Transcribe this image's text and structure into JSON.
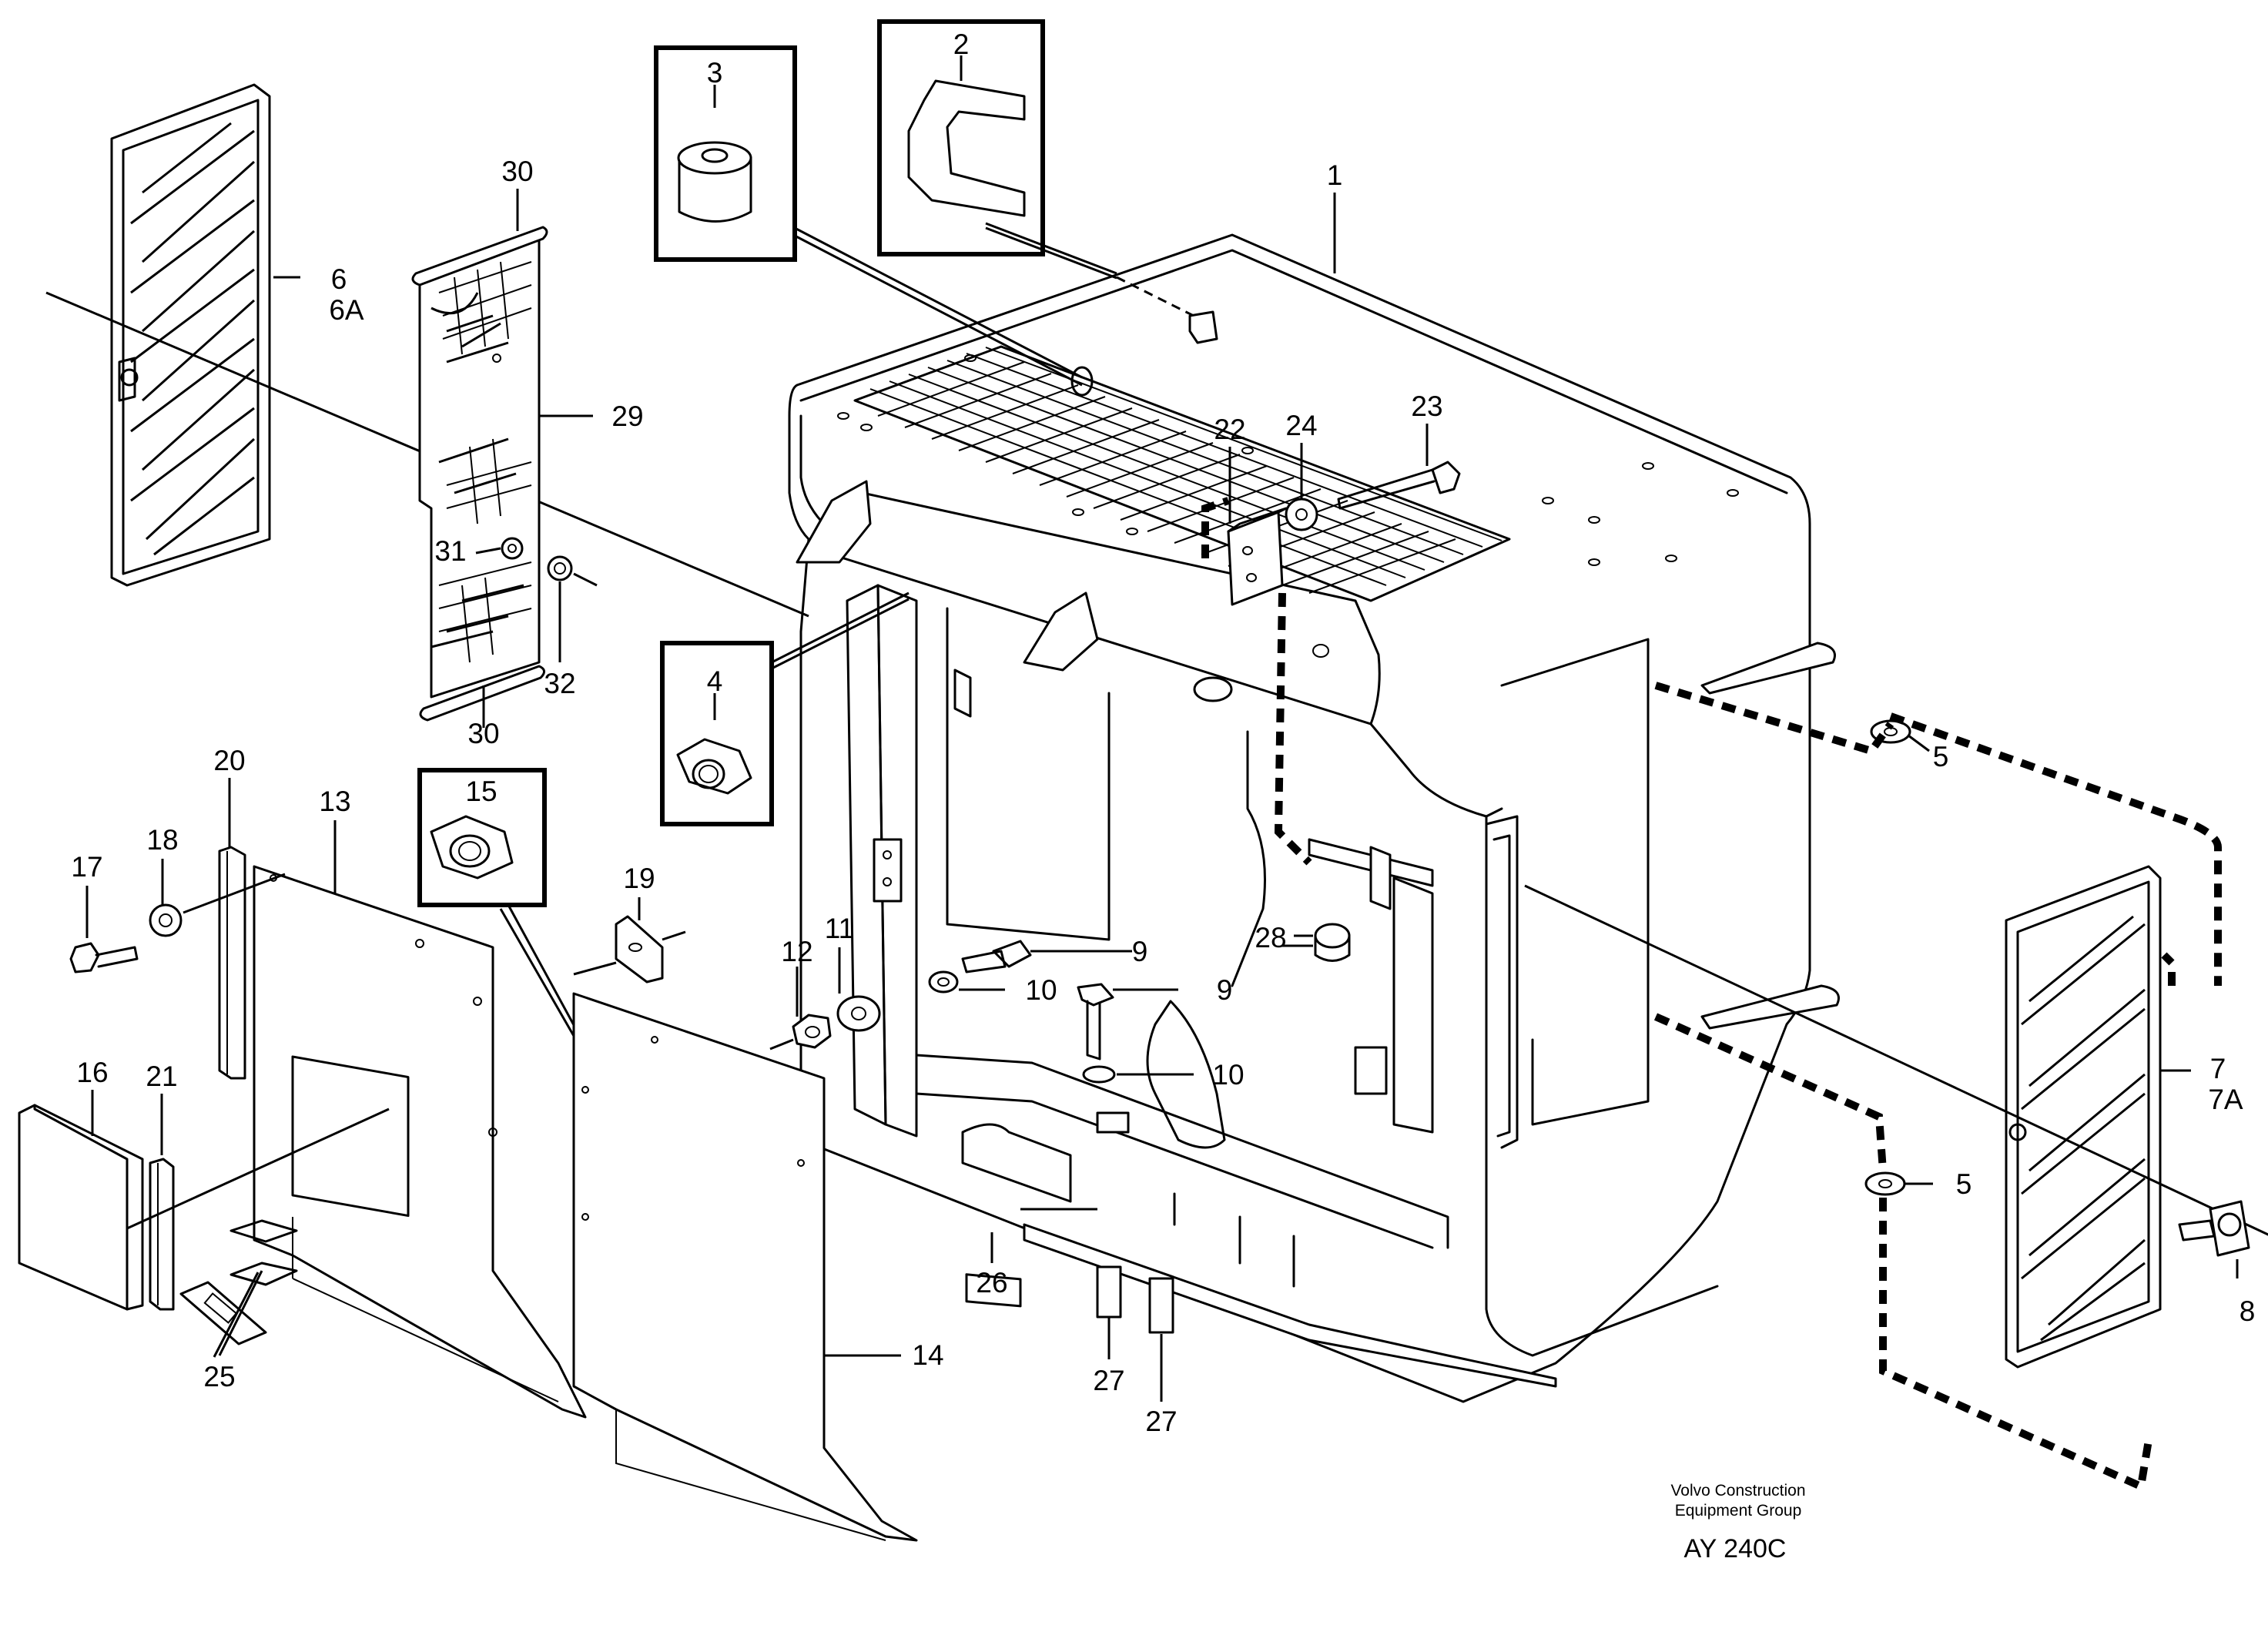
{
  "callouts": {
    "c1": "1",
    "c2": "2",
    "c3": "3",
    "c4": "4",
    "c5a": "5",
    "c5b": "5",
    "c6": "6",
    "c6a": "6A",
    "c7": "7",
    "c7a": "7A",
    "c8": "8",
    "c9a": "9",
    "c9b": "9",
    "c10a": "10",
    "c10b": "10",
    "c11": "11",
    "c12": "12",
    "c13": "13",
    "c14": "14",
    "c15": "15",
    "c16": "16",
    "c17": "17",
    "c18": "18",
    "c19": "19",
    "c20": "20",
    "c21": "21",
    "c22": "22",
    "c23": "23",
    "c24": "24",
    "c25": "25",
    "c26": "26",
    "c27a": "27",
    "c27b": "27",
    "c28": "28",
    "c29": "29",
    "c30a": "30",
    "c30b": "30",
    "c31": "31",
    "c32": "32"
  },
  "footer": {
    "publisher_line1": "Volvo Construction",
    "publisher_line2": "Equipment Group",
    "drawing_code": "AY 240C"
  }
}
